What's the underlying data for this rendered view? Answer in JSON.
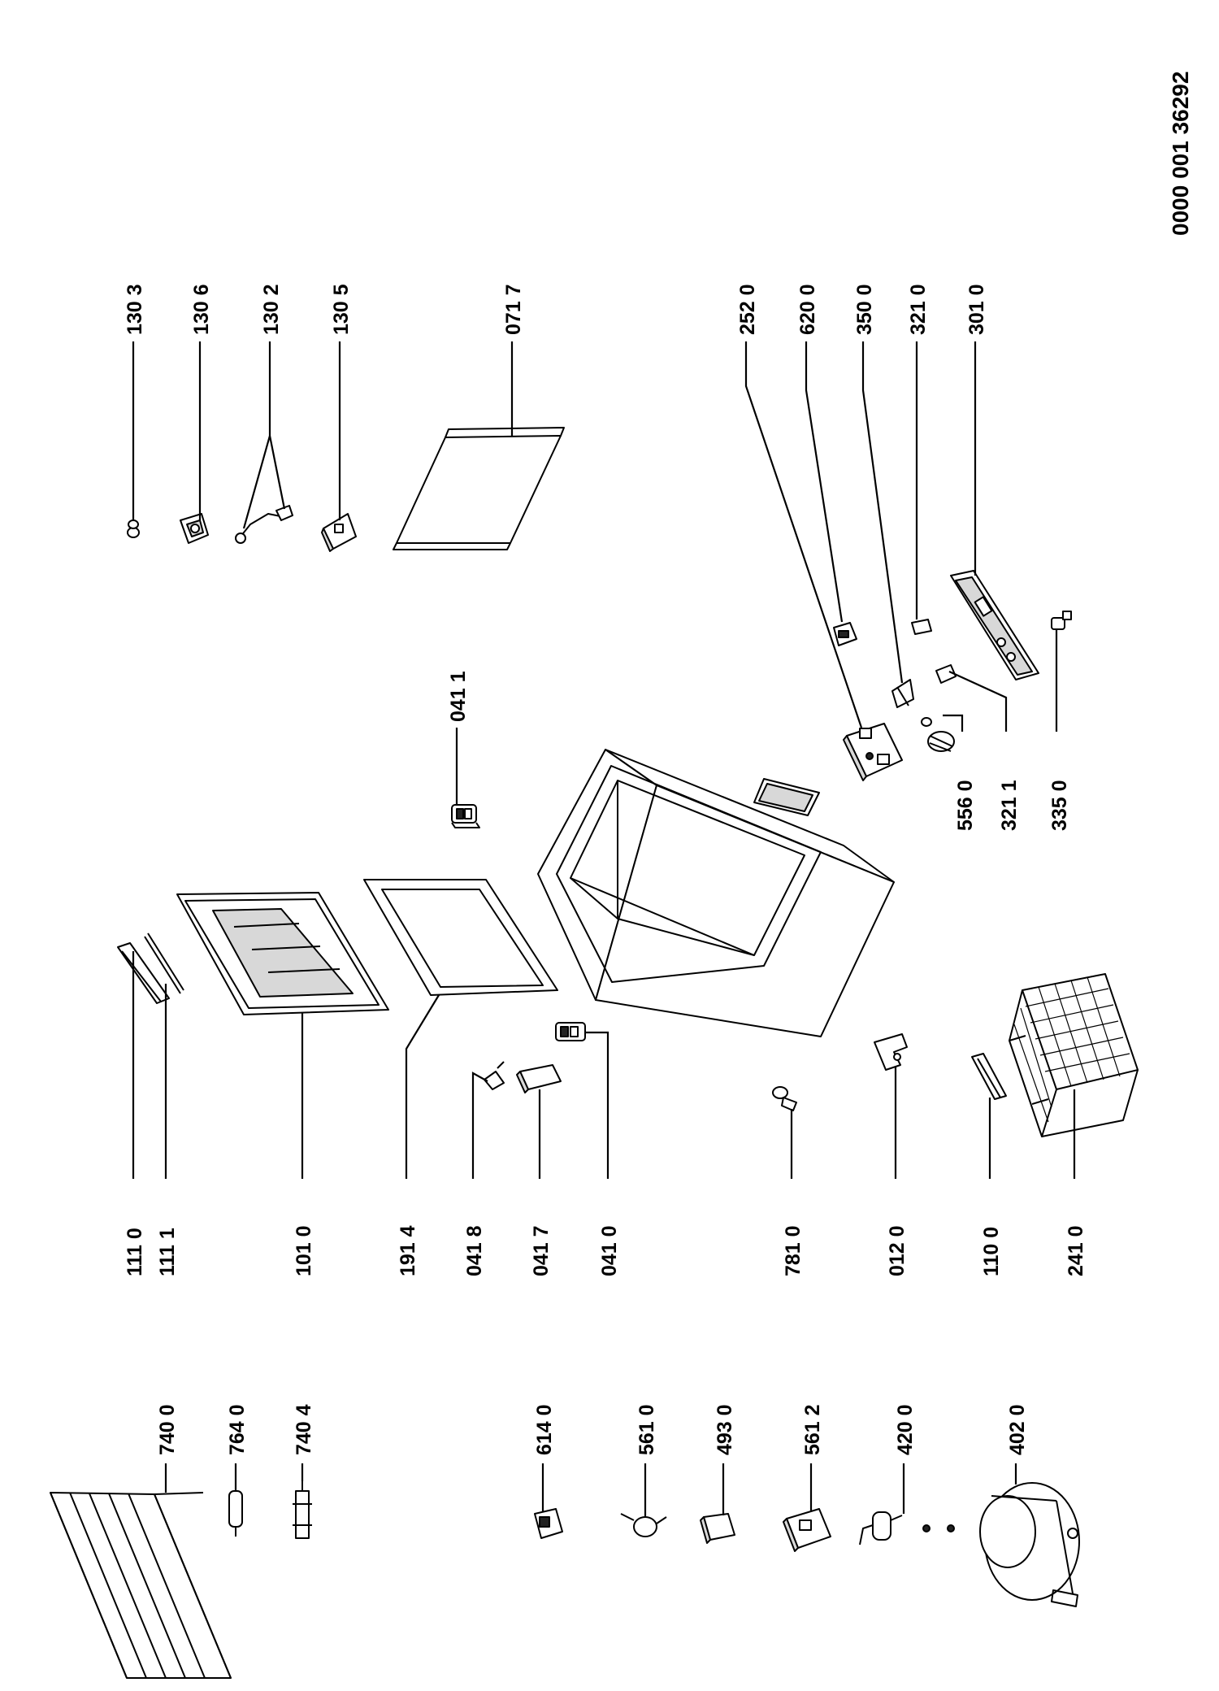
{
  "document": {
    "number": "0000 001 36292"
  },
  "labels": {
    "l_1303": "130 3",
    "l_1306": "130 6",
    "l_1302": "130 2",
    "l_1305": "130 5",
    "l_0717": "071 7",
    "l_2520": "252 0",
    "l_6200": "620 0",
    "l_3500": "350 0",
    "l_3210": "321 0",
    "l_3010": "301 0",
    "l_0411": "041 1",
    "l_5560": "556 0",
    "l_3211": "321 1",
    "l_3350": "335 0",
    "l_1110": "111 0",
    "l_1111": "111 1",
    "l_1010": "101 0",
    "l_1914": "191 4",
    "l_0418": "041 8",
    "l_0417": "041 7",
    "l_0410": "041 0",
    "l_7810": "781 0",
    "l_0120": "012 0",
    "l_1100": "110 0",
    "l_2410": "241 0",
    "l_7400": "740 0",
    "l_7640": "764 0",
    "l_7404": "740 4",
    "l_6140": "614 0",
    "l_5610": "561 0",
    "l_4930": "493 0",
    "l_5612": "561 2",
    "l_4200": "420 0",
    "l_4020": "402 0"
  }
}
